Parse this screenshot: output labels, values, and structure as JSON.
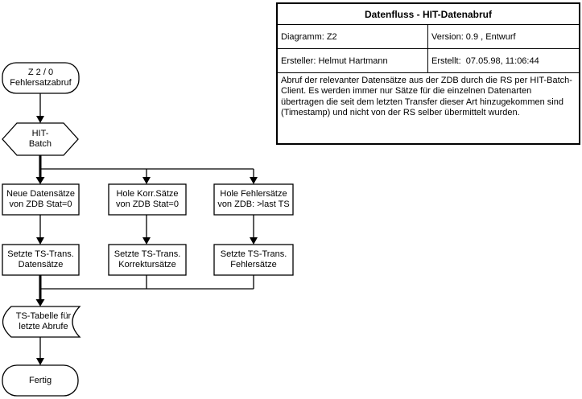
{
  "title_block": {
    "title": "Datenfluss - HIT-Datenabruf",
    "diagram": "Diagramm: Z2",
    "version": "Version: 0.9 , Entwurf",
    "author": "Ersteller: Helmut Hartmann",
    "created": "Erstellt:  07.05.98, 11:06:44",
    "description": "Abruf der relevanter Datensätze aus der ZDB durch die RS per HIT-Batch-Client. Es werden immer nur Sätze für die einzelnen Datenarten übertragen die seit dem letzten Transfer dieser Art hinzugekommen sind (Timestamp) und nicht von der RS selber übermittelt wurden."
  },
  "flowchart": {
    "nodes": {
      "start": "Z 2 / 0\nFehlersatzabruf",
      "hit_batch": "HIT-\nBatch",
      "neue_datensaetze": "Neue Datensätze\nvon ZDB Stat=0",
      "hole_korr_saetze": "Hole Korr.Sätze\nvon ZDB Stat=0",
      "hole_fehlersaetze": "Hole Fehlersätze\nvon ZDB: >last TS",
      "setzte_ts_datensaetze": "Setzte TS-Trans.\nDatensätze",
      "setzte_ts_korrektursaetze": "Setzte TS-Trans.\nKorrektursätze",
      "setzte_ts_fehlersaetze": "Setzte TS-Trans.\nFehlersätze",
      "ts_tabelle": "TS-Tabelle für\nletzte Abrufe",
      "fertig": "Fertig"
    }
  },
  "colors": {
    "line": "#000000",
    "background": "#ffffff"
  }
}
